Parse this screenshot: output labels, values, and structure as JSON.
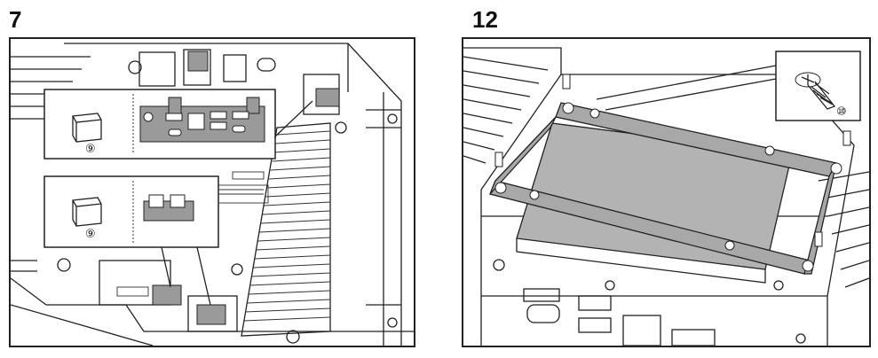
{
  "steps": [
    {
      "number": "7",
      "callouts": [
        {
          "label": "⑨"
        },
        {
          "label": "⑨"
        }
      ]
    },
    {
      "number": "12",
      "callouts": [
        {
          "label": "⑩"
        }
      ]
    }
  ]
}
